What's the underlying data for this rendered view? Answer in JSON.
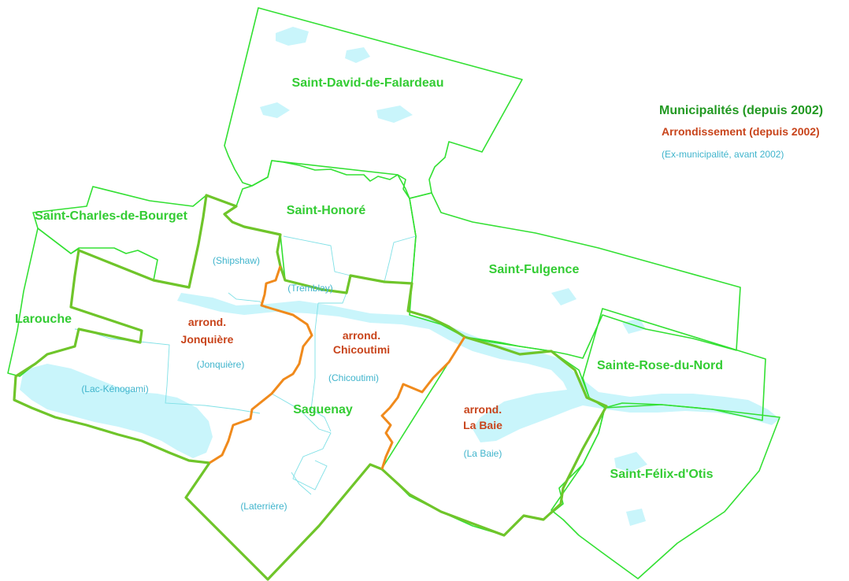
{
  "colors": {
    "water": "#c9f5fb",
    "municipality_line": "#33e033",
    "saguenay_border": "#6fc52a",
    "arrondissement_line": "#f08a1c",
    "ex_municipality_line": "#7fe0e6",
    "municipality_text": "#33cc33",
    "legend_municipality_text": "#229922",
    "arrondissement_text": "#c8441b",
    "ex_municipality_text": "#3fb4cc"
  },
  "legend": {
    "municipalities": "Municipalités (depuis 2002)",
    "arrondissements": "Arrondissement (depuis 2002)",
    "ex_municipalities": "(Ex-municipalité, avant 2002)"
  },
  "municipalities": {
    "falardeau": "Saint-David-de-Falardeau",
    "bourget": "Saint-Charles-de-Bourget",
    "honore": "Saint-Honoré",
    "fulgence": "Saint-Fulgence",
    "larouche": "Larouche",
    "rose": "Sainte-Rose-du-Nord",
    "saguenay": "Saguenay",
    "felix": "Saint-Félix-d'Otis"
  },
  "arrondissements": {
    "jonquiere": [
      "arrond.",
      "Jonquière"
    ],
    "chicoutimi": [
      "arrond.",
      "Chicoutimi"
    ],
    "labaie": [
      "arrond.",
      "La Baie"
    ]
  },
  "ex_municipalities": {
    "shipshaw": "(Shipshaw)",
    "tremblay": "(Tremblay)",
    "jonquiere": "(Jonquière)",
    "chicoutimi": "(Chicoutimi)",
    "kenogami": "(Lac-Kénogami)",
    "labaie": "(La Baie)",
    "laterriere": "(Laterrière)"
  }
}
